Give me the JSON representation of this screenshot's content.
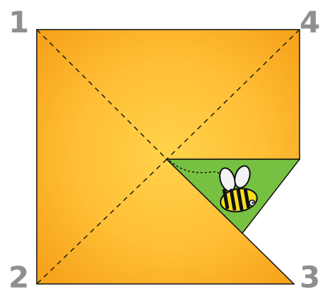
{
  "corners": {
    "one": "1",
    "two": "2",
    "three": "3",
    "four": "4"
  },
  "colors": {
    "paper_center": "#ffd24a",
    "paper_edge": "#f6a41c",
    "fold_green": "#77c142",
    "outline": "#111111",
    "number_gray": "#8f8f8f",
    "bee_yellow": "#f7df1d",
    "bee_wing": "#f3f3f3"
  }
}
